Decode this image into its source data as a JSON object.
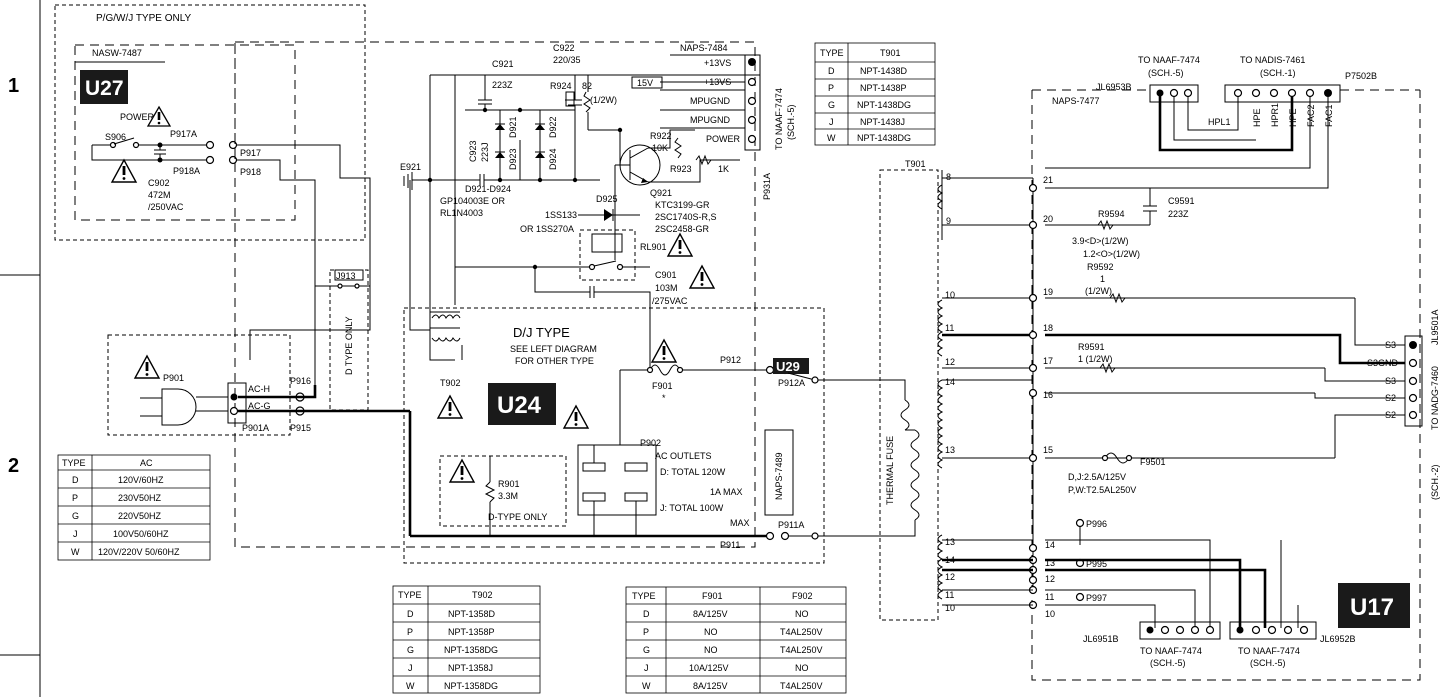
{
  "rows": [
    "1",
    "2"
  ],
  "units": [
    "U27",
    "U24",
    "U29",
    "U17"
  ],
  "nasw_section": {
    "header": "P/G/W/J TYPE ONLY",
    "board": "NASW-7487",
    "power": "POWER",
    "switch": "S906",
    "p917a": "P917A",
    "p918a": "P918A",
    "p917": "P917",
    "p918": "P918",
    "c902": [
      "C902",
      "472M",
      "/250VAC"
    ]
  },
  "naps_section": {
    "board": "NAPS-7484",
    "c921": [
      "C921",
      "223Z"
    ],
    "c922": [
      "C922",
      "220/35"
    ],
    "r924": [
      "R924",
      "82",
      "(1/2W)"
    ],
    "v15": "15V",
    "d921": "D921",
    "d922": "D922",
    "d923": "D923",
    "d924": "D924",
    "c923": [
      "C923",
      "223J"
    ],
    "diode_note": [
      "D921-D924",
      "GP104003E OR",
      "RL1N4003"
    ],
    "e921": "E921",
    "d925": "D925",
    "d925_note": [
      "1SS133",
      "OR 1SS270A"
    ],
    "q921": [
      "Q921",
      "KTC3199-GR",
      "2SC1740S-R,S",
      "2SC2458-GR"
    ],
    "r922": [
      "R922",
      "10K"
    ],
    "r923": [
      "R923",
      "1K"
    ],
    "connector_pins": [
      "+13VS",
      "+13VS",
      "MPUGND",
      "MPUGND",
      "POWER"
    ],
    "p931a": "P931A",
    "to_naaf": [
      "TO NAAF-7474",
      "(SCH.-5)"
    ],
    "rl901": "RL901",
    "c901": [
      "C901",
      "103M",
      "/275VAC"
    ],
    "j913": "J913",
    "d_type_only": "D TYPE ONLY"
  },
  "t901_table": {
    "headers": [
      "TYPE",
      "T901"
    ],
    "rows": [
      [
        "D",
        "NPT-1438D"
      ],
      [
        "P",
        "NPT-1438P"
      ],
      [
        "G",
        "NPT-1438DG"
      ],
      [
        "J",
        "NPT-1438J"
      ],
      [
        "W",
        "NPT-1438DG"
      ]
    ]
  },
  "ac_inlet": {
    "p901": "P901",
    "ach": "AC-H",
    "acg": "AC-G",
    "p901a": "P901A",
    "p916": "P916",
    "p915": "P915",
    "t902": "T902"
  },
  "ac_table": {
    "headers": [
      "TYPE",
      "AC"
    ],
    "rows": [
      [
        "D",
        "120V/60HZ"
      ],
      [
        "P",
        "230V50HZ"
      ],
      [
        "G",
        "220V50HZ"
      ],
      [
        "J",
        "100V50/60HZ"
      ],
      [
        "W",
        "120V/220V 50/60HZ"
      ]
    ]
  },
  "dj_section": {
    "title": "D/J TYPE",
    "note": [
      "SEE LEFT DIAGRAM",
      "FOR OTHER TYPE"
    ],
    "f901": "F901",
    "f901_mark": "*",
    "p902": "P902",
    "outlets": [
      "AC OUTLETS",
      "D: TOTAL 120W",
      "1A MAX",
      "J: TOTAL 100W",
      "MAX"
    ],
    "r901": [
      "R901",
      "3.3M"
    ],
    "d_type_only": "D-TYPE ONLY",
    "p912": "P912",
    "p912a": "P912A",
    "p911": "P911",
    "p911a": "P911A",
    "naps7489": "NAPS-7489",
    "thermal_fuse": "THERMAL FUSE"
  },
  "t902_table": {
    "headers": [
      "TYPE",
      "T902"
    ],
    "rows": [
      [
        "D",
        "NPT-1358D"
      ],
      [
        "P",
        "NPT-1358P"
      ],
      [
        "G",
        "NPT-1358DG"
      ],
      [
        "J",
        "NPT-1358J"
      ],
      [
        "W",
        "NPT-1358DG"
      ]
    ]
  },
  "fuse_table": {
    "headers": [
      "TYPE",
      "F901",
      "F902"
    ],
    "rows": [
      [
        "D",
        "8A/125V",
        "NO"
      ],
      [
        "P",
        "NO",
        "T4AL250V"
      ],
      [
        "G",
        "NO",
        "T4AL250V"
      ],
      [
        "J",
        "10A/125V",
        "NO"
      ],
      [
        "W",
        "8A/125V",
        "T4AL250V"
      ]
    ]
  },
  "right_section": {
    "t901": "T901",
    "to_naaf": [
      "TO NAAF-7474",
      "(SCH.-5)"
    ],
    "to_nadis": [
      "TO NADIS-7461",
      "(SCH.-1)"
    ],
    "jl6953b": "JL6953B",
    "p7502b": "P7502B",
    "naps7477": "NAPS-7477",
    "top_pins": [
      "HPL1",
      "HPE",
      "HPR1",
      "HPE",
      "FAC2",
      "FAC1"
    ],
    "left_pin_numbers": [
      "8",
      "9",
      "10",
      "11",
      "12",
      "14",
      "13",
      "13",
      "14",
      "12",
      "11",
      "10"
    ],
    "right_pin_numbers": [
      "21",
      "20",
      "19",
      "18",
      "17",
      "16",
      "15",
      "14",
      "13",
      "12",
      "11",
      "10"
    ],
    "c9591": [
      "C9591",
      "223Z"
    ],
    "r9594": [
      "R9594",
      "3.9<D>(1/2W)",
      "1.2<O>(1/2W)"
    ],
    "r9592": [
      "R9592",
      "1",
      "(1/2W)"
    ],
    "r9591": [
      "R9591",
      "1 (1/2W)"
    ],
    "f9501": [
      "F9501",
      "D,J:2.5A/125V",
      "P,W:T2.5AL250V"
    ],
    "p996": "P996",
    "p995": "P995",
    "p997": "P997",
    "jl9501a": "JL9501A",
    "to_nadg": "TO NADG-7460",
    "sch2": "(SCH.-2)",
    "right_pins": [
      "S3",
      "S3GND",
      "S3",
      "S2",
      "S2"
    ],
    "jl6951b": "JL6951B",
    "jl6952b": "JL6952B",
    "bottom_labels": [
      "TO NAAF-7474",
      "(SCH.-5)",
      "TO NAAF-7474",
      "(SCH.-5)"
    ]
  }
}
